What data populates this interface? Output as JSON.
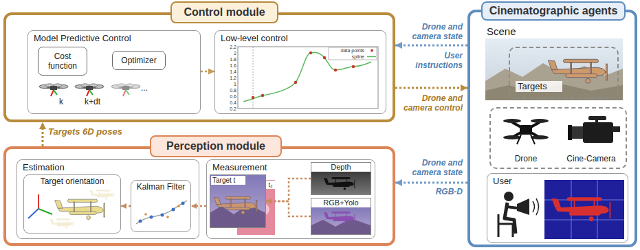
{
  "diagram": {
    "nodes": [
      {
        "text": [
          "Control module"
        ]
      },
      {
        "text": [
          "Model Predictive Control"
        ],
        "in": 0
      },
      {
        "text": [
          "Cost function"
        ],
        "in": 1
      },
      {
        "text": [
          "Optimizer"
        ],
        "in": 1
      },
      {
        "text": [
          "Low-level control"
        ],
        "in": 0
      },
      {
        "text": [
          "Cinematographic agents"
        ]
      },
      {
        "text": [
          "Scene"
        ],
        "in": 5
      },
      {
        "text": [
          "Targets"
        ],
        "in": 6
      },
      {
        "text": [
          "Drone",
          "Cine-Camera"
        ],
        "in": 5
      },
      {
        "text": [
          "User"
        ],
        "in": 5
      },
      {
        "text": [
          "Perception module"
        ]
      },
      {
        "text": [
          "Estimation"
        ],
        "in": 10
      },
      {
        "text": [
          "Target orientation"
        ],
        "in": 11
      },
      {
        "text": [
          "Kalman Filter"
        ],
        "in": 11
      },
      {
        "text": [
          "Measurement"
        ],
        "in": 10
      },
      {
        "text": [
          "Target t"
        ],
        "in": 14
      },
      {
        "text": [
          "Depth"
        ],
        "in": 14
      },
      {
        "text": [
          "RGB+Yolo"
        ],
        "in": 14
      }
    ],
    "edges": [
      {
        "from": 5,
        "to": 0,
        "label": "Drone and camera state",
        "arrow": "to"
      },
      {
        "from": 0,
        "to": 5,
        "label": "Drone and camera control",
        "arrow": "to"
      },
      {
        "from": 5,
        "to": 10,
        "label": "Drone and camera state",
        "arrow": "to"
      },
      {
        "from": 10,
        "to": 0,
        "label": "Targets 6D poses",
        "arrow": "to"
      },
      {
        "from": 1,
        "to": 4,
        "arrow": "to"
      },
      {
        "from": 14,
        "to": 13,
        "arrow": "to"
      },
      {
        "from": 13,
        "to": 12,
        "arrow": "to"
      },
      {
        "from": 16,
        "to": 15,
        "arrow": "to"
      },
      {
        "from": 17,
        "to": 15,
        "arrow": "to"
      }
    ],
    "labels": [
      "User instructions",
      "RGB-D",
      "k",
      "k+dt",
      "...",
      "2.2",
      "2",
      "1.8",
      "1.6",
      "1.4",
      "1.2",
      "1",
      "0.8",
      "0.6",
      "0.4",
      "0.2",
      "t₂"
    ],
    "legend": [
      {
        "text": "data points"
      },
      {
        "text": "spline"
      }
    ]
  }
}
